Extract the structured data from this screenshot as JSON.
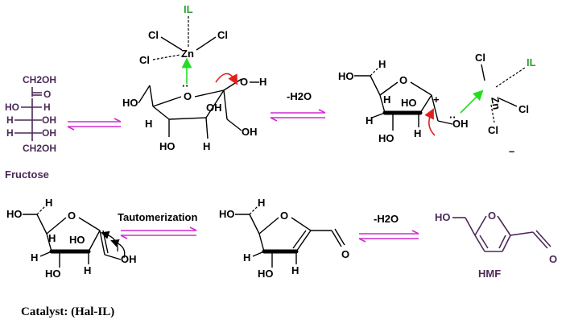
{
  "texts": {
    "fructose_name": "Fructose",
    "fructose_atoms": {
      "ch2oh_top": "CH2OH",
      "c_eq_o": "O",
      "ho_h_row1": "HO",
      "h_row1": "H",
      "h_row2": "H",
      "oh_row2": "OH",
      "h_row3": "H",
      "oh_row3": "OH",
      "ch2oh_bottom": "CH2OH"
    },
    "il_label": "IL",
    "cl": "Cl",
    "zn": "Zn",
    "o": "O",
    "oh": "OH",
    "ho": "HO",
    "h": "H",
    "plus": "+",
    "minus": "–",
    "lone_pair": "··",
    "dehydration_1": "-H2O",
    "dehydration_2": "-H2O",
    "tautomerization": "Tautomerization",
    "hmf_name": "HMF",
    "catalyst": "Catalyst: (Hal-IL)"
  },
  "colors": {
    "equilibrium_arrows": "#d12bd1",
    "hmf_structure": "#4b2a57",
    "il_label": "#2f9e2f",
    "coordination_arrow": "#22dd22",
    "electron_push_arrow": "#e0201c"
  }
}
